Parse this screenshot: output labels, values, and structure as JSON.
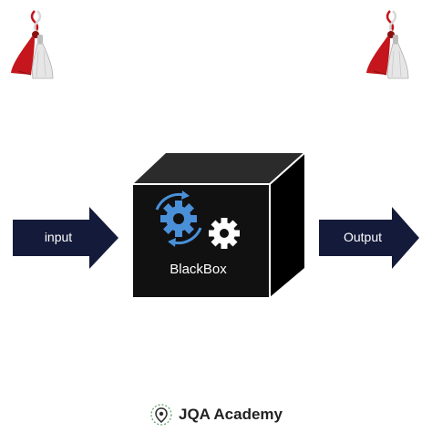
{
  "diagram": {
    "input_label": "input",
    "output_label": "Output",
    "box_label": "BlackBox"
  },
  "footer": {
    "brand": "JQA Academy"
  },
  "colors": {
    "arrow": "#141a3a",
    "box_front": "#111111",
    "gear_blue": "#4a90d9",
    "tassel_red": "#c4161c",
    "tassel_white": "#e6e6e6"
  },
  "icons": [
    "tassel-icon",
    "blue-gear-icon",
    "white-gear-icon",
    "logo-icon"
  ]
}
